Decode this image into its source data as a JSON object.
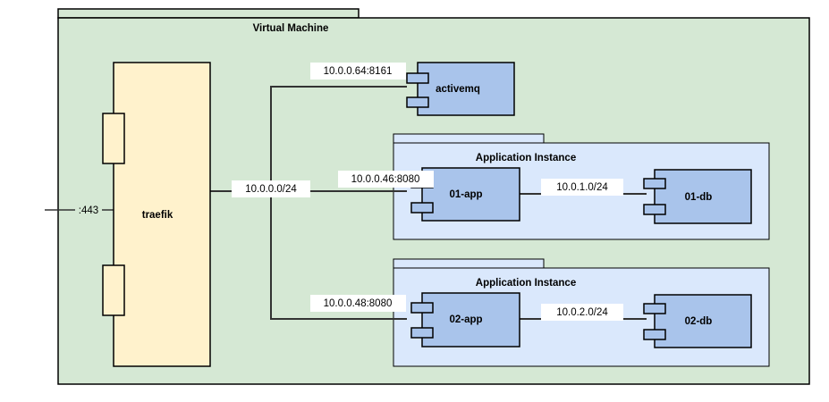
{
  "vm": {
    "title": "Virtual Machine"
  },
  "traefik": {
    "name": "traefik",
    "port_label": ":443"
  },
  "activemq": {
    "name": "activemq",
    "address": "10.0.0.64:8161"
  },
  "network": {
    "subnet": "10.0.0.0/24"
  },
  "instances": [
    {
      "title": "Application Instance",
      "app_name": "01-app",
      "app_address": "10.0.0.46:8080",
      "db_name": "01-db",
      "db_subnet": "10.0.1.0/24"
    },
    {
      "title": "Application Instance",
      "app_name": "02-app",
      "app_address": "10.0.0.48:8080",
      "db_name": "02-db",
      "db_subnet": "10.0.2.0/24"
    }
  ],
  "colors": {
    "vm_fill": "#d5e8d4",
    "traefik_fill": "#fff2cc",
    "component_fill": "#a9c4eb",
    "instance_fill": "#dae8fc"
  }
}
